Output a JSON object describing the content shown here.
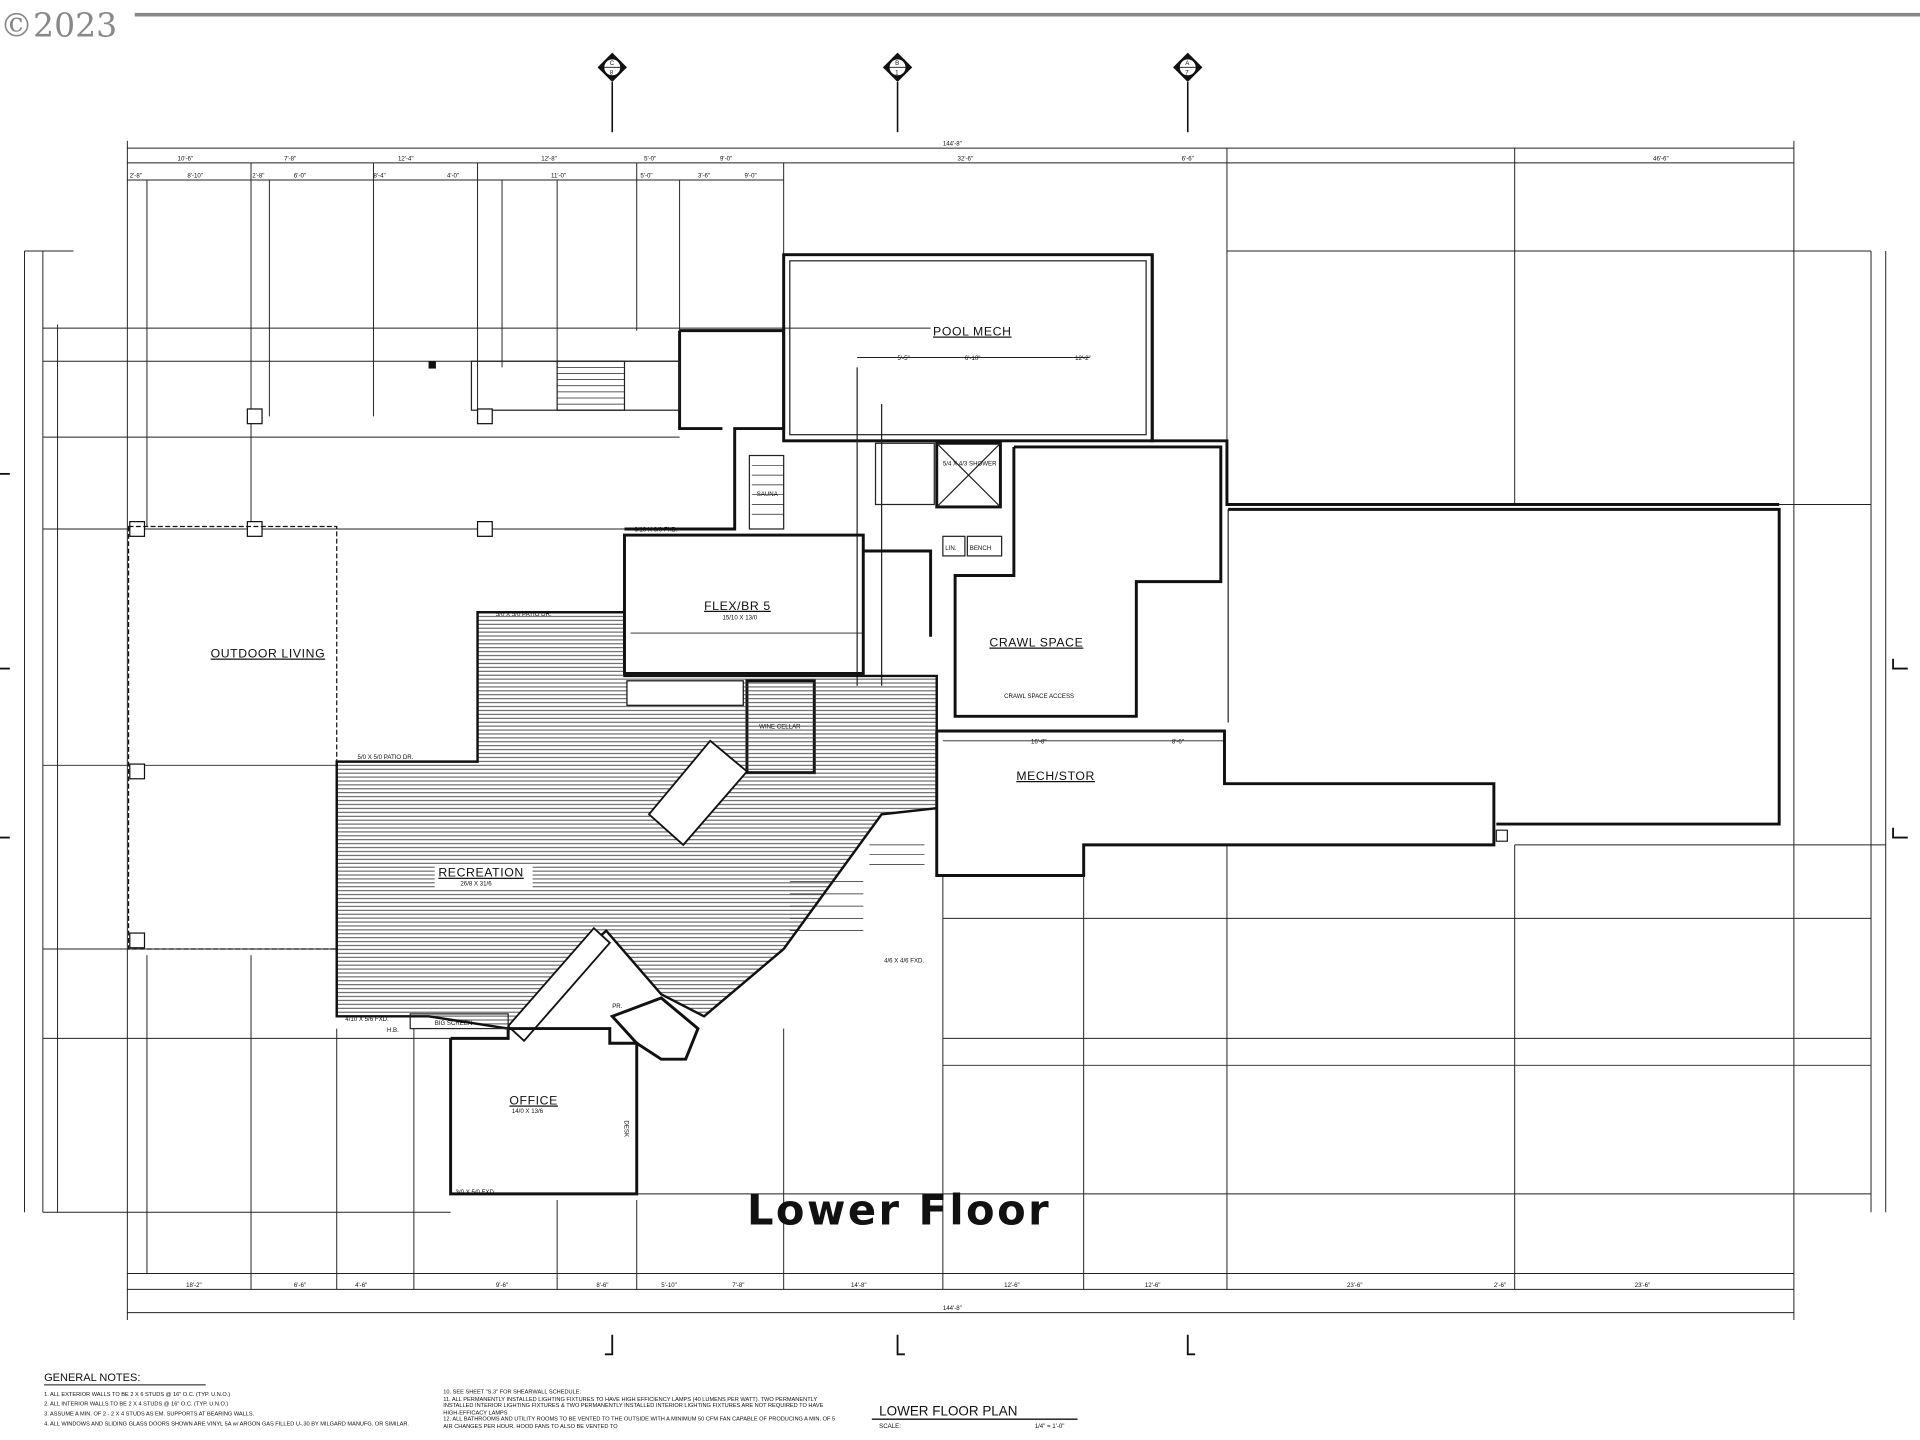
{
  "watermark": "©2023",
  "sheet_title": "Lower Floor",
  "plan_title": {
    "title": "LOWER FLOOR PLAN",
    "scale_label": "SCALE:",
    "scale_value": "1/4\" = 1'-0\""
  },
  "section_markers": [
    {
      "letter": "C",
      "sheet": "8"
    },
    {
      "letter": "B",
      "sheet": "1"
    },
    {
      "letter": "A",
      "sheet": "7"
    }
  ],
  "rooms": {
    "pool_mech": "POOL MECH",
    "crawl_space": "CRAWL SPACE",
    "crawl_space_access": "CRAWL SPACE ACCESS",
    "mech_stor": "MECH/STOR",
    "flex": "FLEX/BR 5",
    "flex_size": "15/10 X 13/0",
    "outdoor_living": "OUTDOOR LIVING",
    "recreation": "RECREATION",
    "recreation_size": "26/8 X 31/6",
    "office": "OFFICE",
    "office_size": "14/0 X 13/6",
    "wine_cellar": "WINE CELLAR",
    "big_screen": "BIG SCREEN",
    "shower": "5/4 X 4/3 SHOWER",
    "lin": "LIN.",
    "bench": "BENCH",
    "sauna": "SAUNA",
    "desk": "DESK",
    "pantry": "PR."
  },
  "openings": {
    "fxd_top": "6/10 X 6/0 FXD.",
    "patio_dr_1": "5/0 X 5/0 PATIO DR.",
    "patio_dr_2": "5/0 X 5/0 PATIO DR.",
    "fxd_low": "4/10 X 5/6 FXD.",
    "hb": "H.B.",
    "fxd_right": "4/6 X 4/6 FXD.",
    "office_fxd": "3/0 X 5/0 FXD."
  },
  "dimensions": {
    "overall_top": "144'-8\"",
    "overall_bottom": "144'-8\"",
    "top_row": [
      "10'-6\"",
      "7'-8\"",
      "12'-4\"",
      "12'-8\"",
      "5'-0\"",
      "9'-0\"",
      "32'-6\"",
      "6'-6\"",
      "46'-6\""
    ],
    "top_row2": [
      "2'-8\"",
      "8'-10\"",
      "2'-8\"",
      "6'-0\"",
      "8'-4\"",
      "4'-0\"",
      "11'-0\"",
      "5'-0\"",
      "3'-6\"",
      "9'-0\""
    ],
    "bottom_row": [
      "18'-2\"",
      "6'-6\"",
      "4'-6\"",
      "9'-6\"",
      "8'-6\"",
      "5'-10\"",
      "7'-8\"",
      "14'-8\"",
      "12'-6\"",
      "12'-6\"",
      "23'-6\"",
      "2'-6\"",
      "23'-6\""
    ],
    "pool_mech_row": [
      "5'-5\"",
      "6'-10\"",
      "12'-2\""
    ],
    "mech_row": [
      "16'-8\"",
      "8'-6\""
    ]
  },
  "notes": {
    "heading": "GENERAL NOTES:",
    "left": [
      "1.  ALL EXTERIOR WALLS TO BE 2 X 6 STUDS @ 16\" O.C. (TYP. U.N.O.)",
      "2.  ALL INTERIOR WALLS TO BE 2 X 4 STUDS @ 16\" O.C. (TYP. U.N.O.)",
      "3.  ASSUME A MIN. OF 2 - 2 X 4 STUDS AS EM. SUPPORTS AT BEARING WALLS.",
      "4.  ALL WINDOWS AND SLIDING GLASS DOORS SHOWN ARE VINYL 5A w/ ARGON GAS FILLED U-.30 BY MILGARD MANUFG. OR SIMILAR."
    ],
    "right": [
      "10. SEE SHEET \"S.3\" FOR SHEARWALL SCHEDULE.",
      "11. ALL PERMANENTLY INSTALLED LIGHTING FIXTURES TO HAVE HIGH EFFICIENCY LAMPS (40 LUMENS PER WATT). TWO PERMANENTLY INSTALLED INTERIOR LIGHTING FIXTURES & TWO PERMANENTLY INSTALLED INTERIOR LIGHTING FIXTURES ARE NOT REQUIRED TO HAVE HIGH-EFFICACY LAMPS",
      "12. ALL BATHROOMS AND UTILITY ROOMS TO BE VENTED TO THE OUTSIDE WITH A MINIMUM 50 CFM FAN CAPABLE OF PRODUCING A MIN. OF 5 AIR CHANGES PER HOUR. HOOD FANS TO ALSO BE VENTED TO"
    ]
  }
}
